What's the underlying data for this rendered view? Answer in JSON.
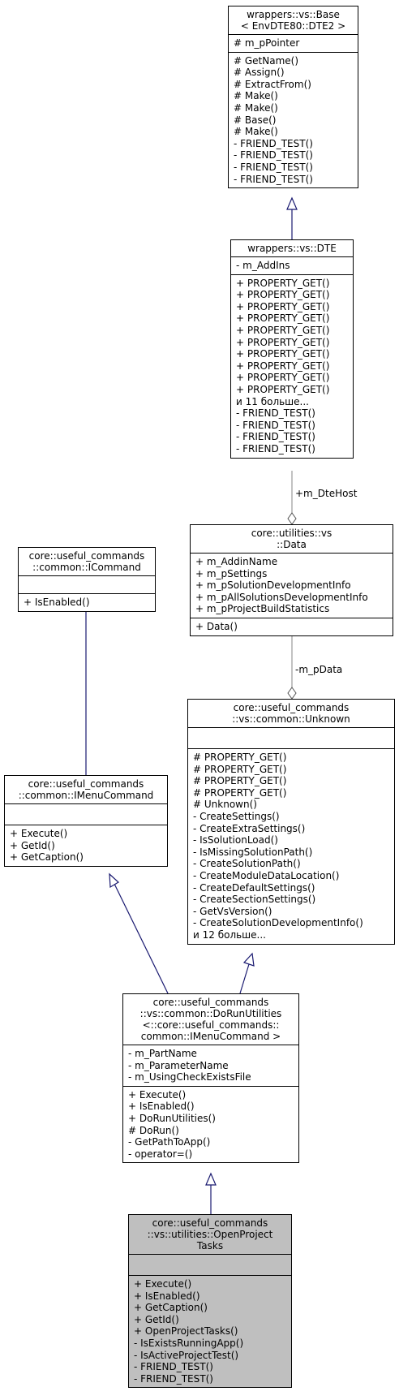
{
  "classes": {
    "base": {
      "title": [
        "wrappers::vs::Base",
        "< EnvDTE80::DTE2 >"
      ],
      "attributes": [
        "# m_pPointer"
      ],
      "methods": [
        "# GetName()",
        "# Assign()",
        "# ExtractFrom()",
        "# Make()",
        "# Make()",
        "# Base()",
        "# Make()",
        "- FRIEND_TEST()",
        "- FRIEND_TEST()",
        "- FRIEND_TEST()",
        "- FRIEND_TEST()"
      ]
    },
    "dte": {
      "title": [
        "wrappers::vs::DTE"
      ],
      "attributes": [
        "- m_AddIns"
      ],
      "methods": [
        "+ PROPERTY_GET()",
        "+ PROPERTY_GET()",
        "+ PROPERTY_GET()",
        "+ PROPERTY_GET()",
        "+ PROPERTY_GET()",
        "+ PROPERTY_GET()",
        "+ PROPERTY_GET()",
        "+ PROPERTY_GET()",
        "+ PROPERTY_GET()",
        "+ PROPERTY_GET()",
        "и 11 больше...",
        "- FRIEND_TEST()",
        "- FRIEND_TEST()",
        "- FRIEND_TEST()",
        "- FRIEND_TEST()"
      ]
    },
    "data": {
      "title": [
        "core::utilities::vs",
        "::Data"
      ],
      "attributes": [
        "+ m_AddinName",
        "+ m_pSettings",
        "+ m_pSolutionDevelopmentInfo",
        "+ m_pAllSolutionsDevelopmentInfo",
        "+ m_pProjectBuildStatistics"
      ],
      "methods": [
        "+ Data()"
      ]
    },
    "icommand": {
      "title": [
        "core::useful_commands",
        "::common::ICommand"
      ],
      "attributes": [],
      "methods": [
        "+ IsEnabled()"
      ]
    },
    "unknown": {
      "title": [
        "core::useful_commands",
        "::vs::common::Unknown"
      ],
      "attributes": [],
      "methods": [
        "# PROPERTY_GET()",
        "# PROPERTY_GET()",
        "# PROPERTY_GET()",
        "# PROPERTY_GET()",
        "# Unknown()",
        "- CreateSettings()",
        "- CreateExtraSettings()",
        "- IsSolutionLoad()",
        "- IsMissingSolutionPath()",
        "- CreateSolutionPath()",
        "- CreateModuleDataLocation()",
        "- CreateDefaultSettings()",
        "- CreateSectionSettings()",
        "- GetVsVersion()",
        "- CreateSolutionDevelopmentInfo()",
        "и 12 больше..."
      ]
    },
    "imenu": {
      "title": [
        "core::useful_commands",
        "::common::IMenuCommand"
      ],
      "attributes": [],
      "methods": [
        "+ Execute()",
        "+ GetId()",
        "+ GetCaption()"
      ]
    },
    "dorun": {
      "title": [
        "core::useful_commands",
        "::vs::common::DoRunUtilities",
        "<::core::useful_commands::",
        "common::IMenuCommand >"
      ],
      "attributes": [
        "- m_PartName",
        "- m_ParameterName",
        "- m_UsingCheckExistsFile"
      ],
      "methods": [
        "+ Execute()",
        "+ IsEnabled()",
        "+ DoRunUtilities()",
        "# DoRun()",
        "- GetPathToApp()",
        "- operator=()"
      ]
    },
    "open": {
      "title": [
        "core::useful_commands",
        "::vs::utilities::OpenProject",
        "Tasks"
      ],
      "attributes": [],
      "methods": [
        "+ Execute()",
        "+ IsEnabled()",
        "+ GetCaption()",
        "+ GetId()",
        "+ OpenProjectTasks()",
        "- IsExistsRunningApp()",
        "- IsActiveProjectTest()",
        "- FRIEND_TEST()",
        "- FRIEND_TEST()"
      ]
    }
  },
  "edges": {
    "dtehost": "+m_DteHost",
    "pdata": "-m_pData"
  },
  "colors": {
    "inheritance": "#191970",
    "usage": "#9a9a9a",
    "highlight": "#bfbfbf"
  }
}
